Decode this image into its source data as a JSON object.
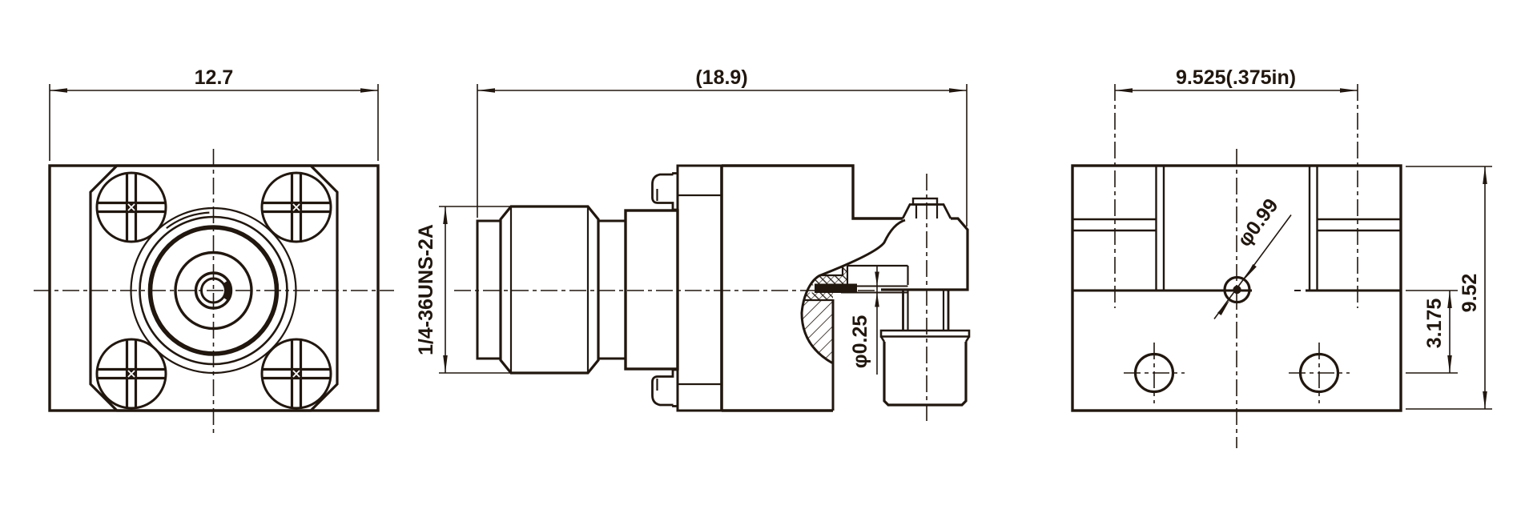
{
  "colors": {
    "ink": "#21170f",
    "background": "#ffffff"
  },
  "drawing_type": "technical-orthographic-drawing",
  "views": {
    "front": {
      "label": "front-view",
      "dim_width": "12.7"
    },
    "side": {
      "label": "side-view",
      "dim_length": "(18.9)",
      "dim_thread": "1/4-36UNS-2A",
      "dim_pin_diameter": "φ0.25"
    },
    "rear": {
      "label": "rear-view",
      "dim_hole_spacing": "9.525(.375in)",
      "dim_center_hole_diameter": "φ0.99",
      "dim_hole_offset": "3.175",
      "dim_height": "9.52"
    }
  }
}
